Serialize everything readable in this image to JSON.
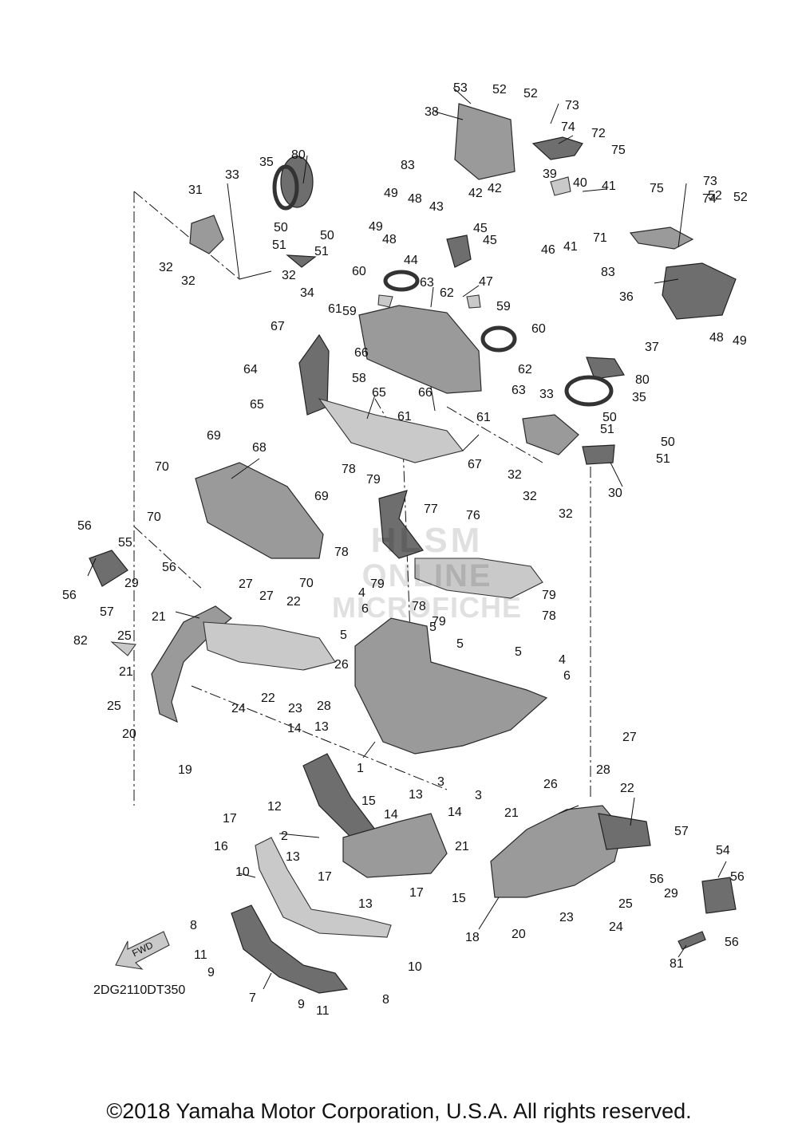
{
  "diagram": {
    "part_numbers": [
      "1",
      "2",
      "3",
      "3",
      "4",
      "4",
      "5",
      "5",
      "5",
      "5",
      "6",
      "6",
      "7",
      "8",
      "8",
      "9",
      "9",
      "10",
      "10",
      "11",
      "11",
      "12",
      "13",
      "13",
      "13",
      "13",
      "14",
      "14",
      "14",
      "15",
      "15",
      "16",
      "17",
      "17",
      "17",
      "18",
      "19",
      "20",
      "20",
      "21",
      "21",
      "21",
      "21",
      "22",
      "22",
      "22",
      "23",
      "23",
      "24",
      "24",
      "25",
      "25",
      "25",
      "26",
      "26",
      "27",
      "27",
      "27",
      "28",
      "28",
      "29",
      "29",
      "30",
      "31",
      "32",
      "32",
      "32",
      "32",
      "32",
      "32",
      "33",
      "33",
      "34",
      "35",
      "35",
      "36",
      "37",
      "38",
      "39",
      "40",
      "41",
      "41",
      "42",
      "42",
      "43",
      "44",
      "45",
      "45",
      "46",
      "47",
      "48",
      "48",
      "48",
      "49",
      "49",
      "49",
      "50",
      "50",
      "50",
      "50",
      "51",
      "51",
      "51",
      "51",
      "52",
      "52",
      "52",
      "52",
      "53",
      "54",
      "55",
      "56",
      "56",
      "56",
      "56",
      "56",
      "56",
      "57",
      "57",
      "58",
      "59",
      "59",
      "60",
      "60",
      "61",
      "61",
      "61",
      "62",
      "62",
      "63",
      "63",
      "64",
      "65",
      "65",
      "66",
      "66",
      "67",
      "67",
      "68",
      "69",
      "69",
      "70",
      "70",
      "70",
      "71",
      "72",
      "73",
      "73",
      "74",
      "74",
      "75",
      "75",
      "76",
      "77",
      "78",
      "78",
      "78",
      "78",
      "79",
      "79",
      "79",
      "79",
      "80",
      "80",
      "81",
      "82",
      "83",
      "83"
    ],
    "fwd_label": "FWD",
    "drawing_code": "2DG2110DT350"
  },
  "watermark": {
    "line1": "HLSM",
    "line2": "ONLINE",
    "line3": "MICROFICHE"
  },
  "footer": {
    "copyright": "©2018 Yamaha Motor Corporation, U.S.A. All rights reserved."
  },
  "colors": {
    "part_fill": "#9a9a9a",
    "part_dark": "#6e6e6e",
    "outline": "#222222",
    "background": "#ffffff"
  }
}
